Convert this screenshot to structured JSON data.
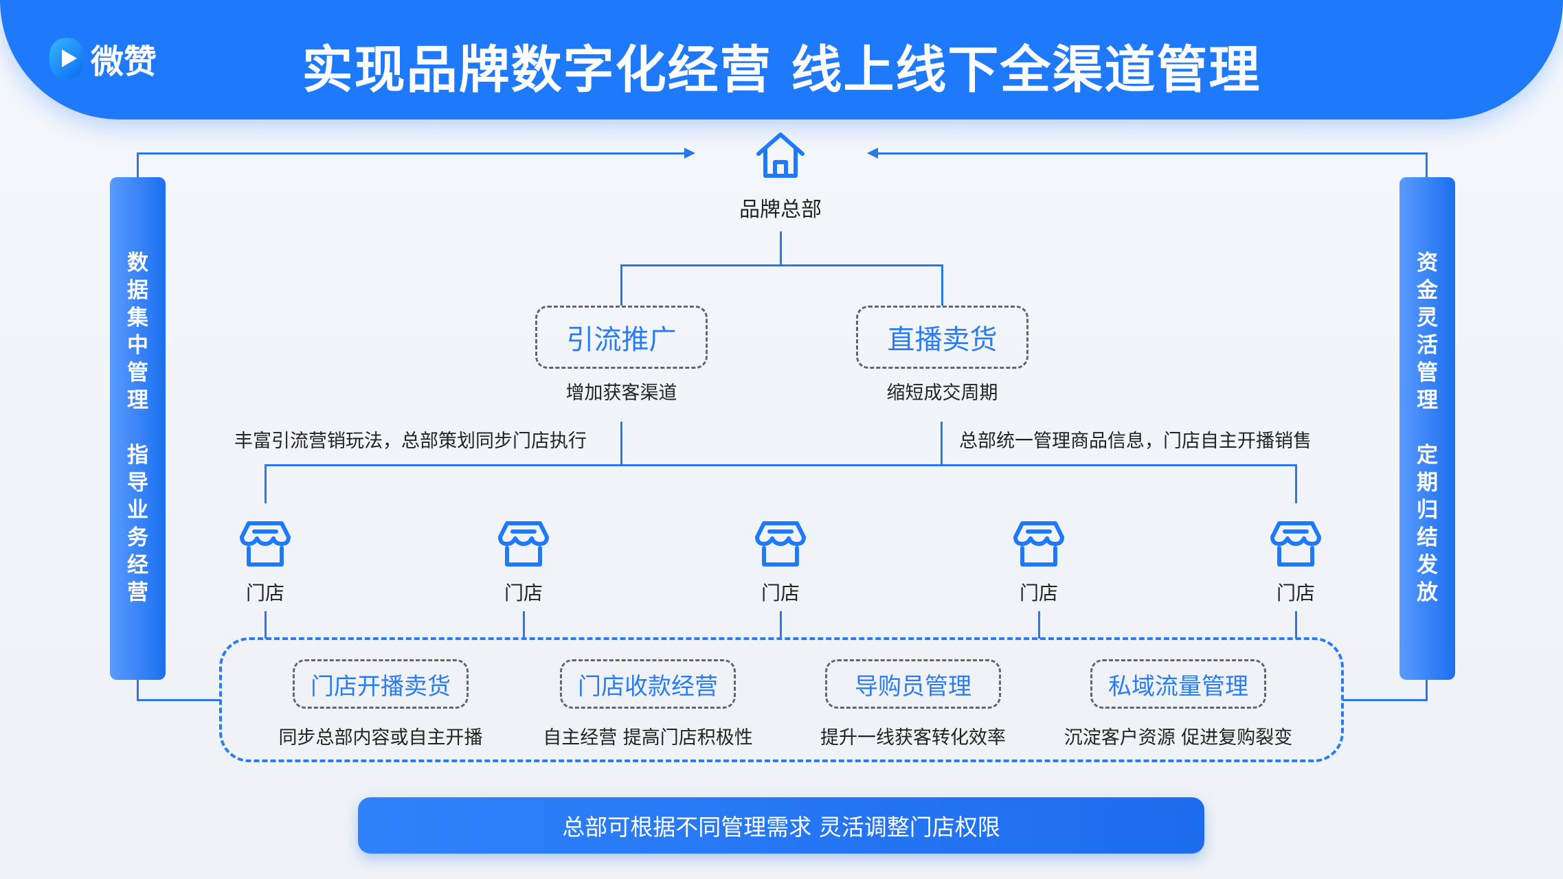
{
  "header": {
    "logo_text": "微赞",
    "title": "实现品牌数字化经营 线上线下全渠道管理"
  },
  "left_bar": {
    "line1": [
      "数",
      "据",
      "集",
      "中",
      "管",
      "理"
    ],
    "line2": [
      "指",
      "导",
      "业",
      "务",
      "经",
      "营"
    ]
  },
  "right_bar": {
    "line1": [
      "资",
      "金",
      "灵",
      "活",
      "管",
      "理"
    ],
    "line2": [
      "定",
      "期",
      "归",
      "结",
      "发",
      "放"
    ]
  },
  "hq": {
    "label": "品牌总部"
  },
  "channels": [
    {
      "title": "引流推广",
      "sub": "增加获客渠道",
      "desc": "丰富引流营销玩法，总部策划同步门店执行"
    },
    {
      "title": "直播卖货",
      "sub": "缩短成交周期",
      "desc": "总部统一管理商品信息，门店自主开播销售"
    }
  ],
  "stores": [
    "门店",
    "门店",
    "门店",
    "门店",
    "门店"
  ],
  "features": [
    {
      "title": "门店开播卖货",
      "sub": "同步总部内容或自主开播"
    },
    {
      "title": "门店收款经营",
      "sub": "自主经营 提高门店积极性"
    },
    {
      "title": "导购员管理",
      "sub": "提升一线获客转化效率"
    },
    {
      "title": "私域流量管理",
      "sub": "沉淀客户资源 促进复购裂变"
    }
  ],
  "footer": {
    "note": "总部可根据不同管理需求 灵活调整门店权限"
  }
}
